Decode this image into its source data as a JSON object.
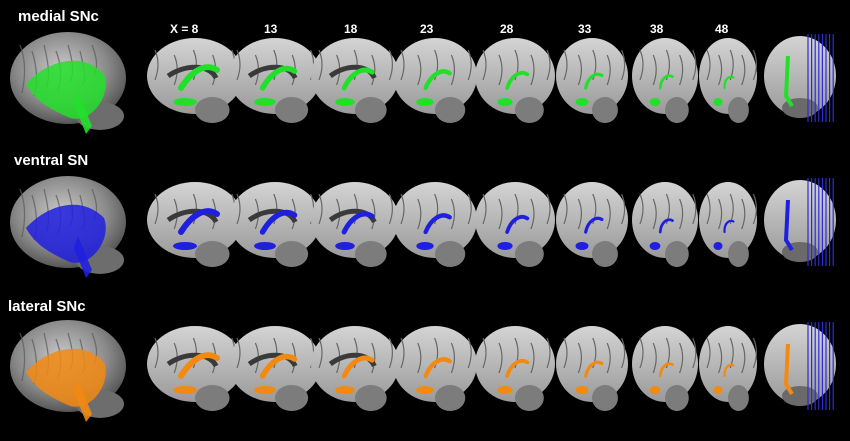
{
  "x_labels": [
    "X = 8",
    "13",
    "18",
    "23",
    "28",
    "33",
    "38",
    "48"
  ],
  "rows": [
    {
      "label": "medial SNc",
      "color": "#22e02a"
    },
    {
      "label": "ventral SN",
      "color": "#1f1fe0"
    },
    {
      "label": "lateral SNc",
      "color": "#f28a12"
    }
  ],
  "slice_lines_color": "#2b2bd8",
  "brain_tissue_color": "#8f8f8f"
}
